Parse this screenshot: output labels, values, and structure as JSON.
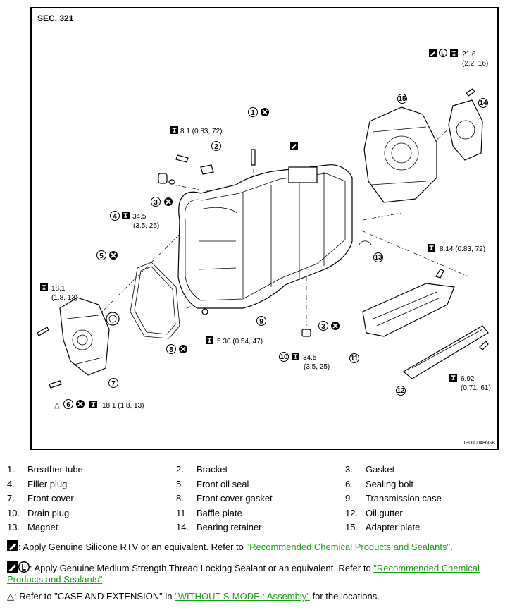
{
  "figure": {
    "section": "SEC. 321",
    "code": "JPDIC0486GB",
    "callouts": [
      {
        "num": "1"
      },
      {
        "num": "2"
      },
      {
        "num": "3"
      },
      {
        "num": "3"
      },
      {
        "num": "4"
      },
      {
        "num": "5"
      },
      {
        "num": "6"
      },
      {
        "num": "7"
      },
      {
        "num": "8"
      },
      {
        "num": "9"
      },
      {
        "num": "10"
      },
      {
        "num": "11"
      },
      {
        "num": "12"
      },
      {
        "num": "13"
      },
      {
        "num": "14"
      },
      {
        "num": "15"
      }
    ],
    "torques": {
      "t_8_1": "8.1 (0.83, 72)",
      "t_21_6a": "21.6",
      "t_21_6b": "(2.2, 16)",
      "t_34_5_upper_a": "34.5",
      "t_34_5_upper_b": "(3.5, 25)",
      "t_18_1a": "18.1",
      "t_18_1b": "(1.8, 13)",
      "t_5_30": "5.30 (0.54, 47)",
      "t_34_5_lower_a": "34.5",
      "t_34_5_lower_b": "(3.5, 25)",
      "t_8_14": "8.14 (0.83, 72)",
      "t_6_92a": "6.92",
      "t_6_92b": "(0.71, 61)",
      "t_18_1_bottom": "18.1 (1.8, 13)"
    }
  },
  "legend": {
    "rows": [
      [
        {
          "n": "1.",
          "t": "Breather tube"
        },
        {
          "n": "2.",
          "t": "Bracket"
        },
        {
          "n": "3.",
          "t": "Gasket"
        }
      ],
      [
        {
          "n": "4.",
          "t": "Filler plug"
        },
        {
          "n": "5.",
          "t": "Front oil seal"
        },
        {
          "n": "6.",
          "t": "Sealing bolt"
        }
      ],
      [
        {
          "n": "7.",
          "t": "Front cover"
        },
        {
          "n": "8.",
          "t": "Front cover gasket"
        },
        {
          "n": "9.",
          "t": "Transmission case"
        }
      ],
      [
        {
          "n": "10.",
          "t": "Drain plug"
        },
        {
          "n": "11.",
          "t": "Baffle plate"
        },
        {
          "n": "12.",
          "t": "Oil gutter"
        }
      ],
      [
        {
          "n": "13.",
          "t": "Magnet"
        },
        {
          "n": "14.",
          "t": "Bearing retainer"
        },
        {
          "n": "15.",
          "t": "Adapter plate"
        }
      ]
    ]
  },
  "notes": {
    "n1_text": ": Apply Genuine Silicone RTV or an equivalent. Refer to ",
    "n1_link": "\"Recommended Chemical Products and Sealants\"",
    "n1_end": ".",
    "n2_text": ": Apply Genuine Medium Strength Thread Locking Sealant or an equivalent. Refer to ",
    "n2_link_a": "\"Recommended Chemical",
    "n2_link_b": "Products and Sealants\"",
    "n2_end": ".",
    "n3_text": ": Refer to \"CASE AND EXTENSION\" in ",
    "n3_link": "\"WITHOUT S-MODE : Assembly\"",
    "n3_end": " for the locations."
  }
}
